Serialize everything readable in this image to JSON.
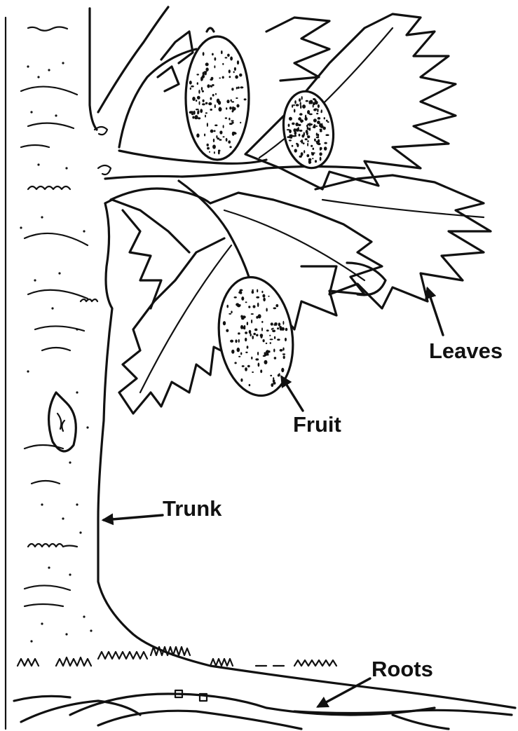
{
  "labels": {
    "leaves": "Leaves",
    "fruit": "Fruit",
    "trunk": "Trunk",
    "roots": "Roots"
  }
}
